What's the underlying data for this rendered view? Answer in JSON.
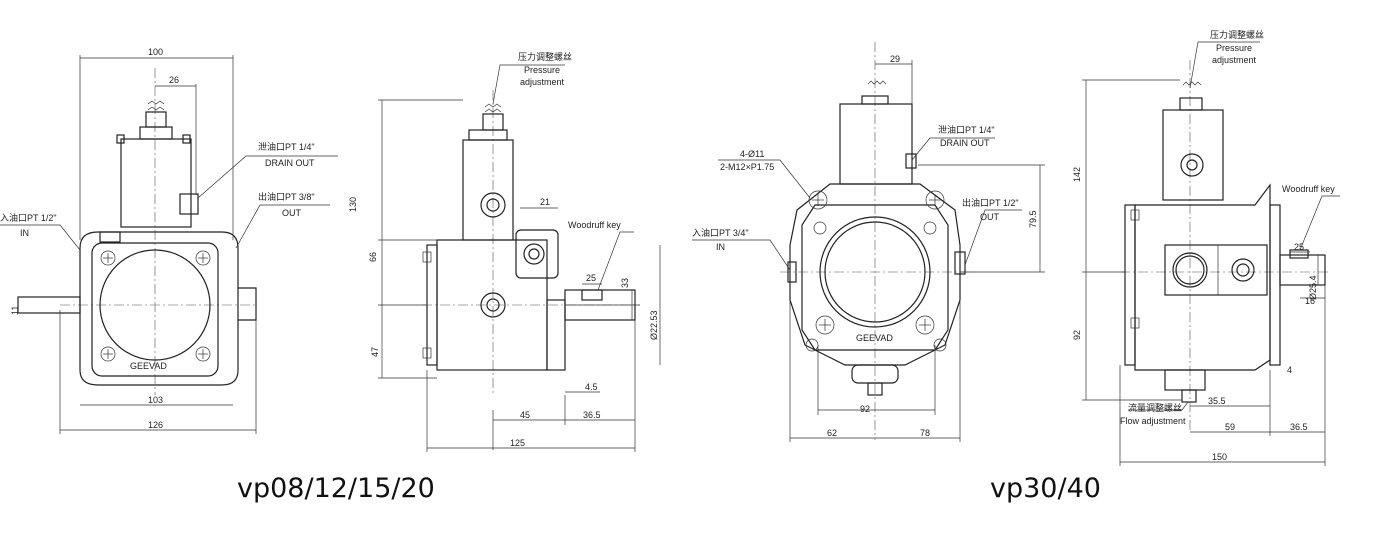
{
  "captions": {
    "left": "vp08/12/15/20",
    "right": "vp30/40"
  },
  "view1": {
    "dim_top": "100",
    "dim_26": "26",
    "dim_11": "11",
    "dim_103": "103",
    "dim_126": "126",
    "drain_cn": "泄油口PT 1/4\"",
    "drain_en": "DRAIN OUT",
    "out_cn": "出油口PT 3/8\"",
    "out_en": "OUT",
    "in_cn": "入油口PT 1/2\"",
    "in_en": "IN",
    "logo": "GEEVAD"
  },
  "view2": {
    "pressure_cn": "压力调整螺丝",
    "pressure_en1": "Pressure",
    "pressure_en2": "adjustment",
    "dim_130": "130",
    "dim_66": "66",
    "dim_47": "47",
    "dim_21": "21",
    "key": "Woodruff key",
    "dim_25": "25",
    "dim_33": "33",
    "dim_shaft": "Ø22.53",
    "dim_45": "4.5",
    "dim_45b": "45",
    "dim_365": "36.5",
    "dim_125": "125"
  },
  "view3": {
    "dim_29": "29",
    "holes1": "4-Ø11",
    "holes2": "2-M12×P1.75",
    "drain_cn": "泄油口PT 1/4\"",
    "drain_en": "DRAIN OUT",
    "out_cn": "出油口PT 1/2\"",
    "out_en": "OUT",
    "in_cn": "入油口PT 3/4\"",
    "in_en": "IN",
    "dim_795": "79.5",
    "dim_92": "92",
    "dim_62": "62",
    "dim_78": "78",
    "logo": "GEEVAD"
  },
  "view4": {
    "pressure_cn": "压力调整螺丝",
    "pressure_en1": "Pressure",
    "pressure_en2": "adjustment",
    "dim_142": "142",
    "dim_92": "92",
    "key": "Woodruff key",
    "dim_25": "25",
    "dim_shaft": "Ø25.4",
    "dim_16": "16",
    "dim_4": "4",
    "flow_cn": "流量调整螺丝",
    "flow_en": "Flow adjustment",
    "dim_355": "35.5",
    "dim_59": "59",
    "dim_365": "36.5",
    "dim_150": "150"
  }
}
